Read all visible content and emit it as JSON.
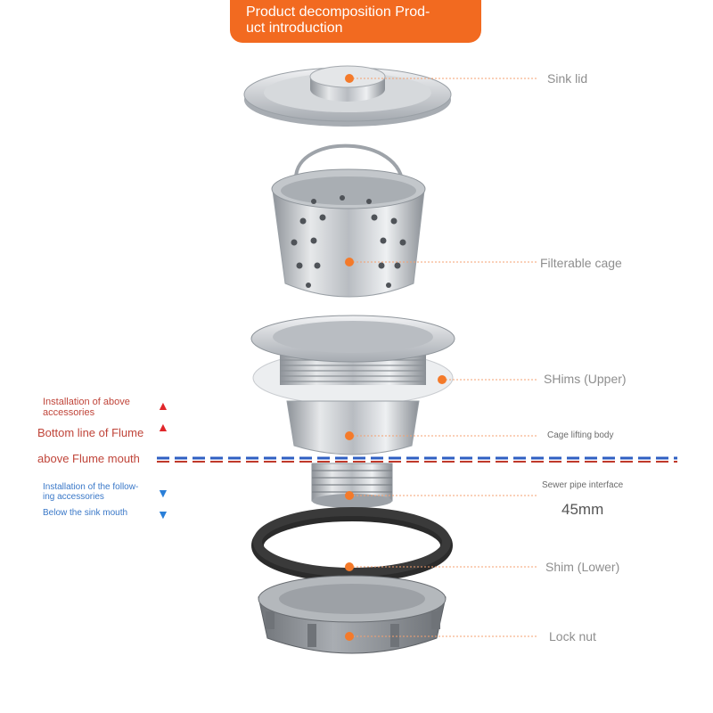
{
  "title": {
    "line1": "Product decomposition Prod-",
    "line2": "uct introduction"
  },
  "parts": {
    "sink_lid": "Sink lid",
    "filter_cage": "Filterable cage",
    "shims_upper": "SHims (Upper)",
    "cage_body": "Cage lifting body",
    "sewer_interface": "Sewer pipe interface",
    "size": "45mm",
    "shim_lower": "Shim (Lower)",
    "lock_nut": "Lock nut"
  },
  "side_notes": {
    "above_install_1": "Installation of above",
    "above_install_2": "accessories",
    "bottom_line": "Bottom line of Flume",
    "flume_mouth": "above Flume mouth",
    "below_install_1": "Installation of the follow-",
    "below_install_2": "ing accessories",
    "below_sink": "Below the sink mouth"
  },
  "colors": {
    "accent": "#f26a20",
    "dot": "#f47a2a",
    "steel": "#c9ccd0",
    "gasket": "#2b2b2b",
    "nut": "#8f9397",
    "line_blue": "#2f5fc2",
    "line_red": "#c0392b"
  },
  "icons": [
    "arrow-up-icon",
    "arrow-down-icon",
    "callout-dot-icon"
  ]
}
